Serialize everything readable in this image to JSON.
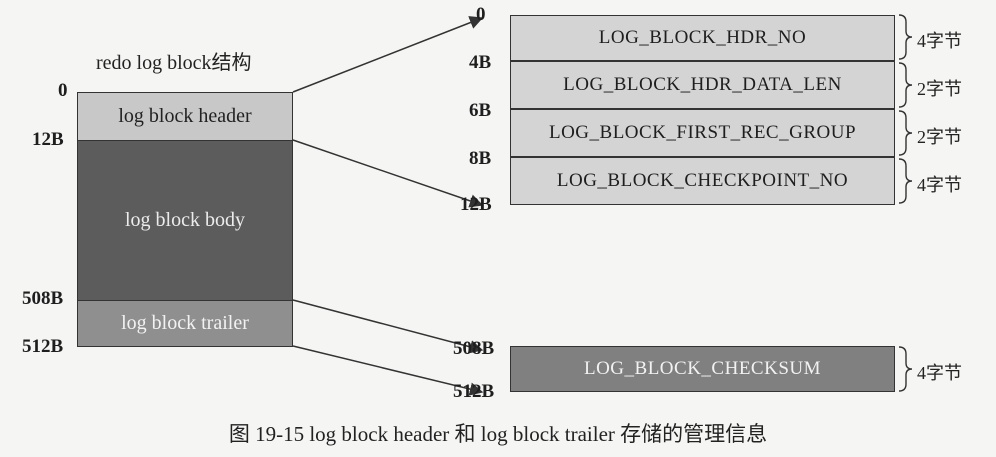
{
  "title": "redo log block结构",
  "caption": "图 19-15    log block header 和 log block trailer 存储的管理信息",
  "block": {
    "segments": [
      {
        "label": "log block header"
      },
      {
        "label": "log block body"
      },
      {
        "label": "log block trailer"
      }
    ],
    "offsets": [
      "0",
      "12B",
      "508B",
      "512B"
    ]
  },
  "header_fields": {
    "offsets": [
      "0",
      "4B",
      "6B",
      "8B",
      "12B"
    ],
    "items": [
      {
        "name": "LOG_BLOCK_HDR_NO",
        "size": "4字节"
      },
      {
        "name": "LOG_BLOCK_HDR_DATA_LEN",
        "size": "2字节"
      },
      {
        "name": "LOG_BLOCK_FIRST_REC_GROUP",
        "size": "2字节"
      },
      {
        "name": "LOG_BLOCK_CHECKPOINT_NO",
        "size": "4字节"
      }
    ]
  },
  "trailer_fields": {
    "offsets": [
      "508B",
      "512B"
    ],
    "items": [
      {
        "name": "LOG_BLOCK_CHECKSUM",
        "size": "4字节"
      }
    ]
  },
  "colors": {
    "header": "#c8c8c8",
    "body": "#5c5c5c",
    "trailer": "#8f8f8f",
    "field": "#d4d4d4",
    "checksum": "#808080"
  }
}
